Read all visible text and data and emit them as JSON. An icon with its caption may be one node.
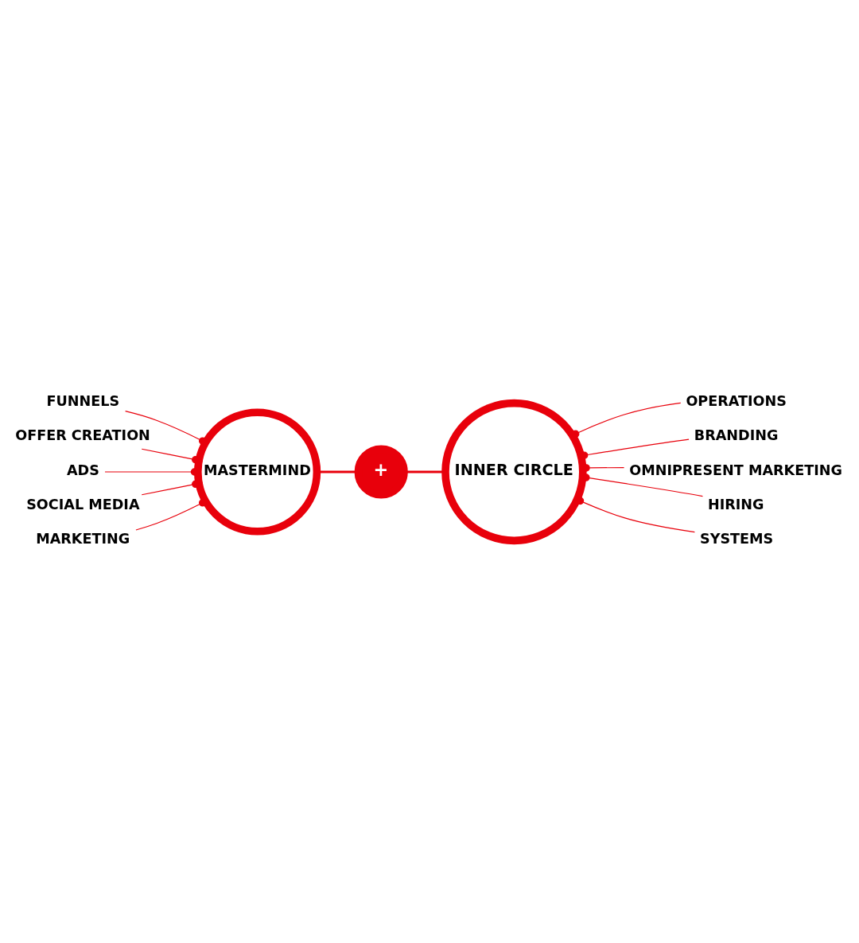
{
  "diagram": {
    "nodes": [
      {
        "text": [
          "MASTERMIND"
        ]
      },
      {
        "text": [
          "FUNNELS"
        ]
      },
      {
        "text": [
          "OFFER CREATION"
        ]
      },
      {
        "text": [
          "ADS"
        ]
      },
      {
        "text": [
          "SOCIAL MEDIA"
        ]
      },
      {
        "text": [
          "MARKETING"
        ]
      },
      {
        "text": [
          "+"
        ]
      },
      {
        "text": [
          "INNER CIRCLE"
        ]
      },
      {
        "text": [
          "OPERATIONS"
        ]
      },
      {
        "text": [
          "BRANDING"
        ]
      },
      {
        "text": [
          "OMNIPRESENT MARKETING"
        ]
      },
      {
        "text": [
          "HIRING"
        ]
      },
      {
        "text": [
          "SYSTEMS"
        ]
      }
    ],
    "edges": [
      {
        "from": 1,
        "to": 0,
        "arrow": "other"
      },
      {
        "from": 2,
        "to": 0,
        "arrow": "other"
      },
      {
        "from": 3,
        "to": 0,
        "arrow": "other"
      },
      {
        "from": 4,
        "to": 0,
        "arrow": "other"
      },
      {
        "from": 5,
        "to": 0,
        "arrow": "other"
      },
      {
        "from": 0,
        "to": 6,
        "arrow": "none",
        "style": "thick"
      },
      {
        "from": 6,
        "to": 7,
        "arrow": "none",
        "style": "thick"
      },
      {
        "from": 8,
        "to": 7,
        "arrow": "other"
      },
      {
        "from": 9,
        "to": 7,
        "arrow": "other"
      },
      {
        "from": 10,
        "to": 7,
        "arrow": "other"
      },
      {
        "from": 11,
        "to": 7,
        "arrow": "other"
      },
      {
        "from": 12,
        "to": 7,
        "arrow": "other"
      }
    ]
  }
}
